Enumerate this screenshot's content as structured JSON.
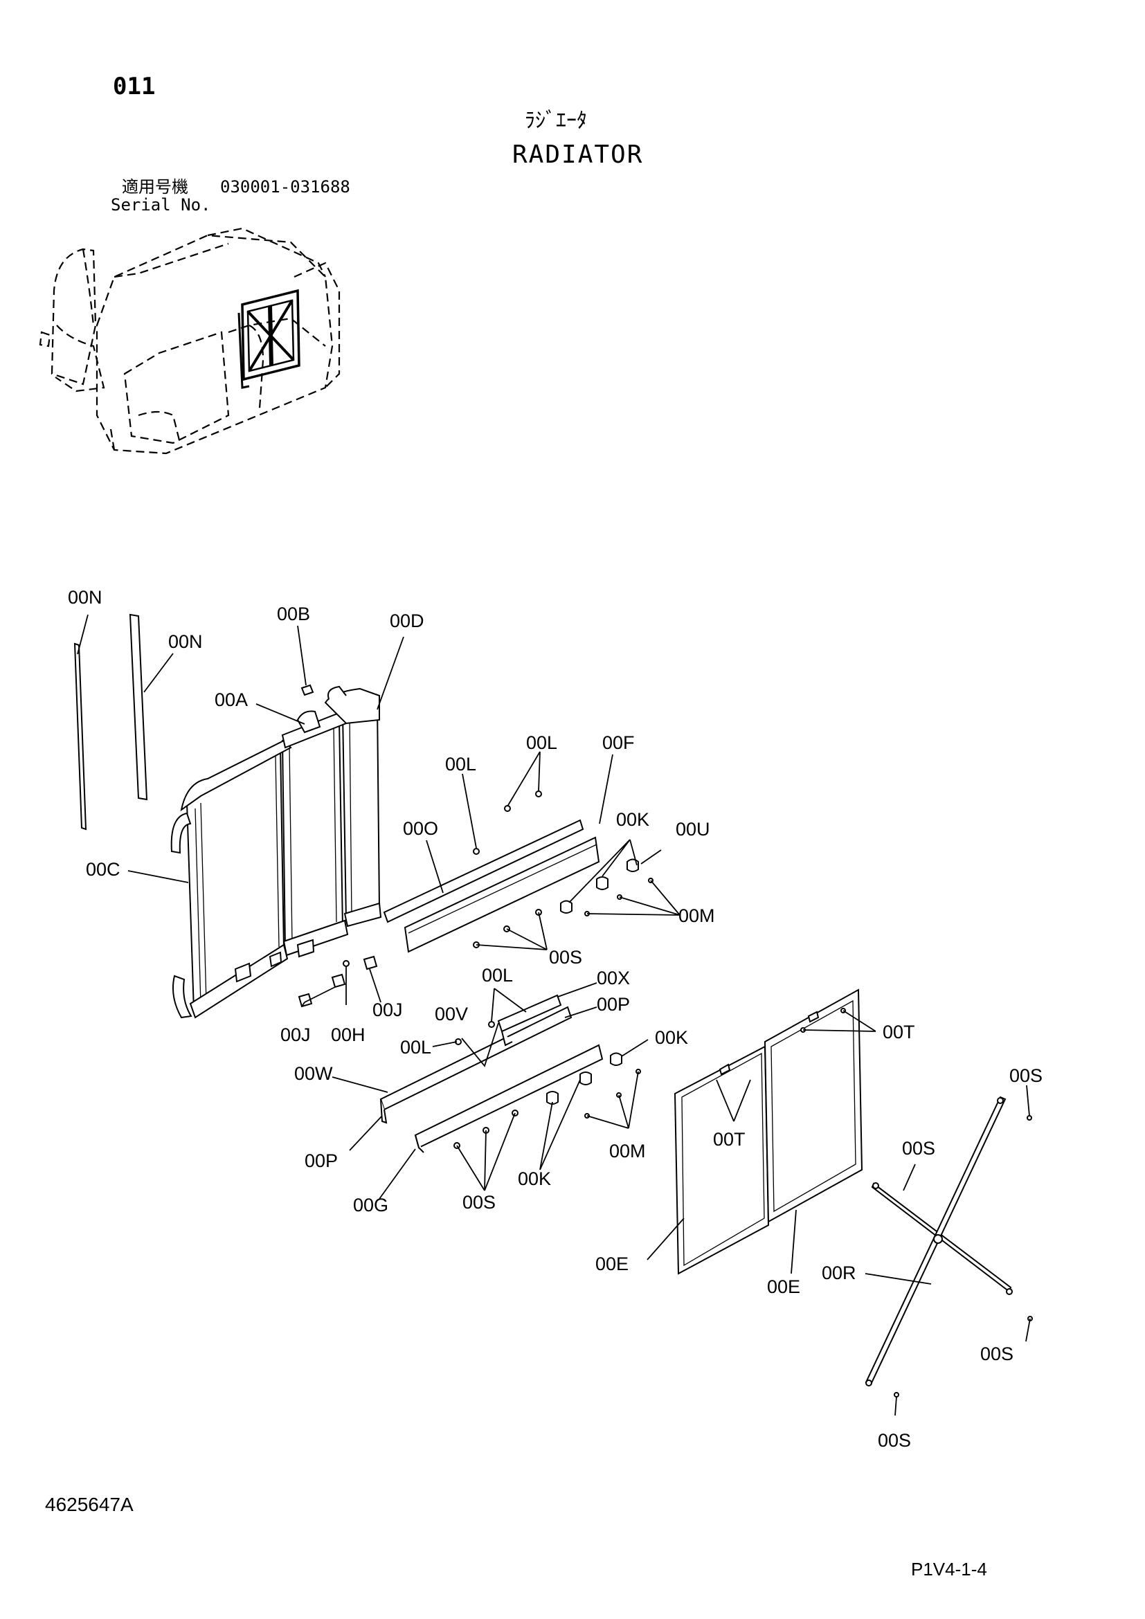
{
  "header": {
    "page_number": "011",
    "title_ja": "ﾗｼﾞｴｰﾀ",
    "title_en": "RADIATOR",
    "serial_label_ja": "適用号機",
    "serial_range": "030001-031688",
    "serial_label_en": "Serial No."
  },
  "footer": {
    "drawing_number": "4625647A",
    "page_ref": "P1V4-1-4"
  },
  "callouts": {
    "n1": "00N",
    "n2": "00N",
    "b": "00B",
    "d": "00D",
    "a": "00A",
    "c": "00C",
    "l1": "00L",
    "l2": "00L",
    "f": "00F",
    "o": "00O",
    "k1": "00K",
    "u": "00U",
    "m1": "00M",
    "s1": "00S",
    "j1": "00J",
    "j2": "00J",
    "h": "00H",
    "l3": "00L",
    "x": "00X",
    "v": "00V",
    "p1": "00P",
    "l4": "00L",
    "k2": "00K",
    "w": "00W",
    "p2": "00P",
    "g": "00G",
    "s2": "00S",
    "k3": "00K",
    "m2": "00M",
    "t1": "00T",
    "t2": "00T",
    "e1": "00E",
    "e2": "00E",
    "r": "00R",
    "s3": "00S",
    "s4": "00S",
    "s5": "00S",
    "s6": "00S"
  }
}
